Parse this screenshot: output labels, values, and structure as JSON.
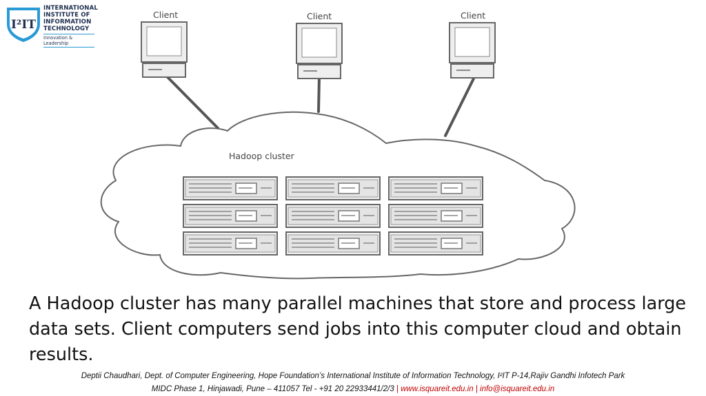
{
  "logo": {
    "mark": "I²IT",
    "lines": [
      "INTERNATIONAL",
      "INSTITUTE OF",
      "INFORMATION",
      "TECHNOLOGY"
    ],
    "tagline": "Innovation & Leadership",
    "colors": {
      "dark": "#1d2d4f",
      "accent": "#2a9ad6"
    }
  },
  "diagram": {
    "clients": [
      {
        "label": "Client"
      },
      {
        "label": "Client"
      },
      {
        "label": "Client"
      }
    ],
    "cluster_label": "Hadoop cluster",
    "server_rows": 3,
    "server_cols": 3
  },
  "caption": "A Hadoop cluster has many parallel machines that store and process large data sets. Client computers send jobs into this computer cloud and obtain results.",
  "footer": {
    "line1": "Deptii Chaudhari, Dept. of Computer Engineering, Hope Foundation’s International Institute of Information Technology, I²IT P-14,Rajiv Gandhi Infotech Park",
    "line2_prefix": "MIDC Phase 1, Hinjawadi, Pune – 411057 Tel - +91 20 22933441/2/3 ",
    "sep": "|",
    "website": "www.isquareit.edu.in",
    "email": "info@isquareit.edu.in"
  }
}
